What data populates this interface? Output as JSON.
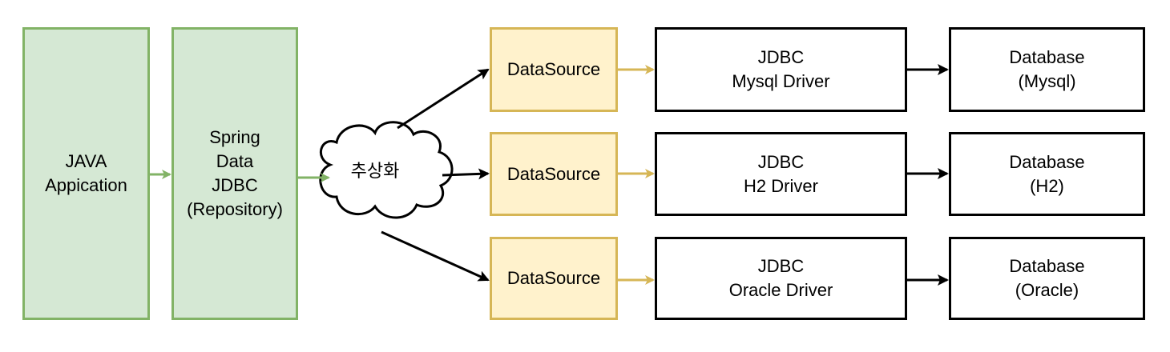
{
  "app": {
    "label_lines": [
      "JAVA",
      "Appication"
    ]
  },
  "spring": {
    "label_lines": [
      "Spring",
      "Data",
      "JDBC",
      "(Repository)"
    ]
  },
  "abstraction": {
    "label": "추상화"
  },
  "rows": [
    {
      "datasource": "DataSource",
      "driver_lines": [
        "JDBC",
        "Mysql Driver"
      ],
      "database_lines": [
        "Database",
        "(Mysql)"
      ]
    },
    {
      "datasource": "DataSource",
      "driver_lines": [
        "JDBC",
        "H2 Driver"
      ],
      "database_lines": [
        "Database",
        "(H2)"
      ]
    },
    {
      "datasource": "DataSource",
      "driver_lines": [
        "JDBC",
        "Oracle Driver"
      ],
      "database_lines": [
        "Database",
        "(Oracle)"
      ]
    }
  ],
  "colors": {
    "green_fill": "#d5e8d4",
    "green_stroke": "#82b366",
    "yellow_fill": "#fff2cc",
    "yellow_stroke": "#d6b656",
    "black": "#000000"
  }
}
